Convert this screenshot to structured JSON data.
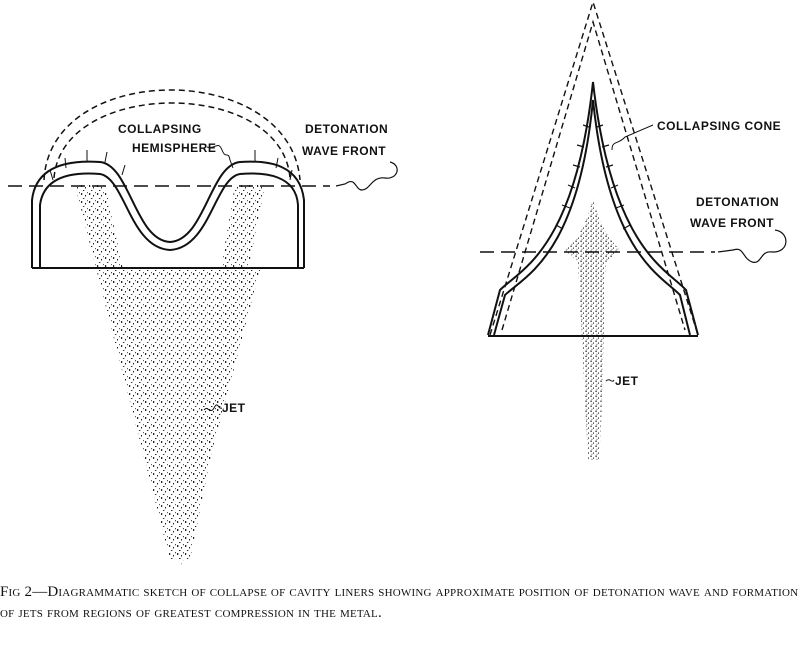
{
  "figure": {
    "number_label": "Fig 2",
    "caption_text": "—Diagrammatic sketch of collapse of cavity liners showing approximate position of detonation wave and formation of jets from regions of greatest compression in the metal."
  },
  "left_diagram": {
    "name": "collapsing hemisphere liner",
    "labels": {
      "liner_line1": "COLLAPSING",
      "liner_line2": "HEMISPHERE",
      "wave_line1": "DETONATION",
      "wave_line2": "WAVE FRONT",
      "jet": "JET"
    }
  },
  "right_diagram": {
    "name": "collapsing cone liner",
    "labels": {
      "liner": "COLLAPSING CONE",
      "wave_line1": "DETONATION",
      "wave_line2": "WAVE FRONT",
      "jet": "JET"
    }
  }
}
